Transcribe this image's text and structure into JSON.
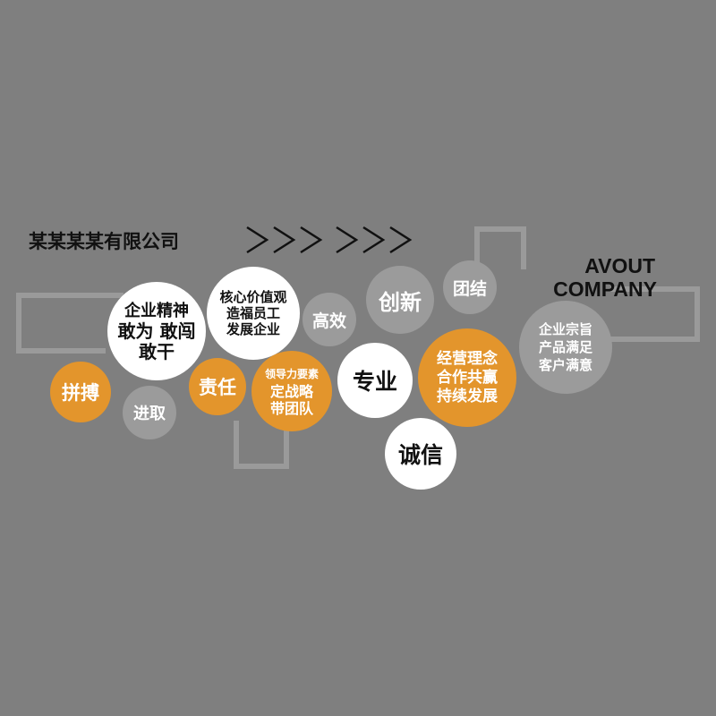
{
  "title": "某某某某有限公司",
  "arrows": {
    "groups": [
      3,
      3
    ],
    "icon": "chevron-right-icon",
    "color": "#111111"
  },
  "heading": {
    "line1": "AVOUT",
    "line2": "COMPANY"
  },
  "colors": {
    "background": "#7f7f7f",
    "orange": "#e3952c",
    "gray_circle": "#9b9b9b",
    "white": "#ffffff",
    "bracket": "#9a9a9a"
  },
  "circles": [
    {
      "id": "spirit",
      "lines": [
        "企业精神",
        "敢为 敢闯",
        "敢干"
      ]
    },
    {
      "id": "values",
      "lines": [
        "核心价值观",
        "造福员工",
        "发展企业"
      ]
    },
    {
      "id": "pinbo",
      "lines": [
        "拼搏"
      ]
    },
    {
      "id": "jinqu",
      "lines": [
        "进取"
      ]
    },
    {
      "id": "zeren",
      "lines": [
        "责任"
      ]
    },
    {
      "id": "leadership",
      "lines": [
        "领导力要素",
        "定战略",
        "带团队"
      ]
    },
    {
      "id": "gaoxiao",
      "lines": [
        "高效"
      ]
    },
    {
      "id": "chuangxin",
      "lines": [
        "创新"
      ]
    },
    {
      "id": "tuanjie",
      "lines": [
        "团结"
      ]
    },
    {
      "id": "zhuanye",
      "lines": [
        "专业"
      ]
    },
    {
      "id": "philosophy",
      "lines": [
        "经营理念",
        "合作共赢",
        "持续发展"
      ]
    },
    {
      "id": "chengxin",
      "lines": [
        "诚信"
      ]
    },
    {
      "id": "purpose",
      "lines": [
        "企业宗旨",
        "产品满足",
        "客户满意"
      ]
    }
  ]
}
